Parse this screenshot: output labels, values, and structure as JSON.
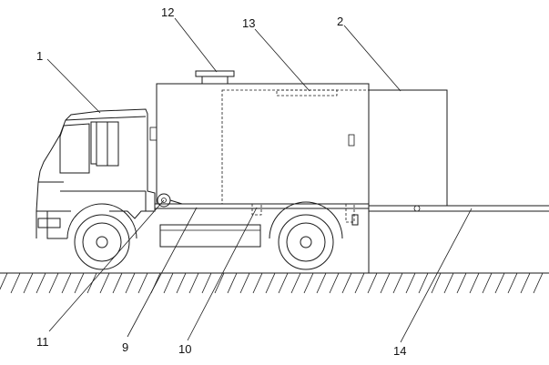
{
  "figure": {
    "labels": [
      {
        "id": "label-1",
        "text": "1"
      },
      {
        "id": "label-12",
        "text": "12"
      },
      {
        "id": "label-13",
        "text": "13"
      },
      {
        "id": "label-2",
        "text": "2"
      },
      {
        "id": "label-11",
        "text": "11"
      },
      {
        "id": "label-9",
        "text": "9"
      },
      {
        "id": "label-10",
        "text": "10"
      },
      {
        "id": "label-14",
        "text": "14"
      }
    ]
  }
}
